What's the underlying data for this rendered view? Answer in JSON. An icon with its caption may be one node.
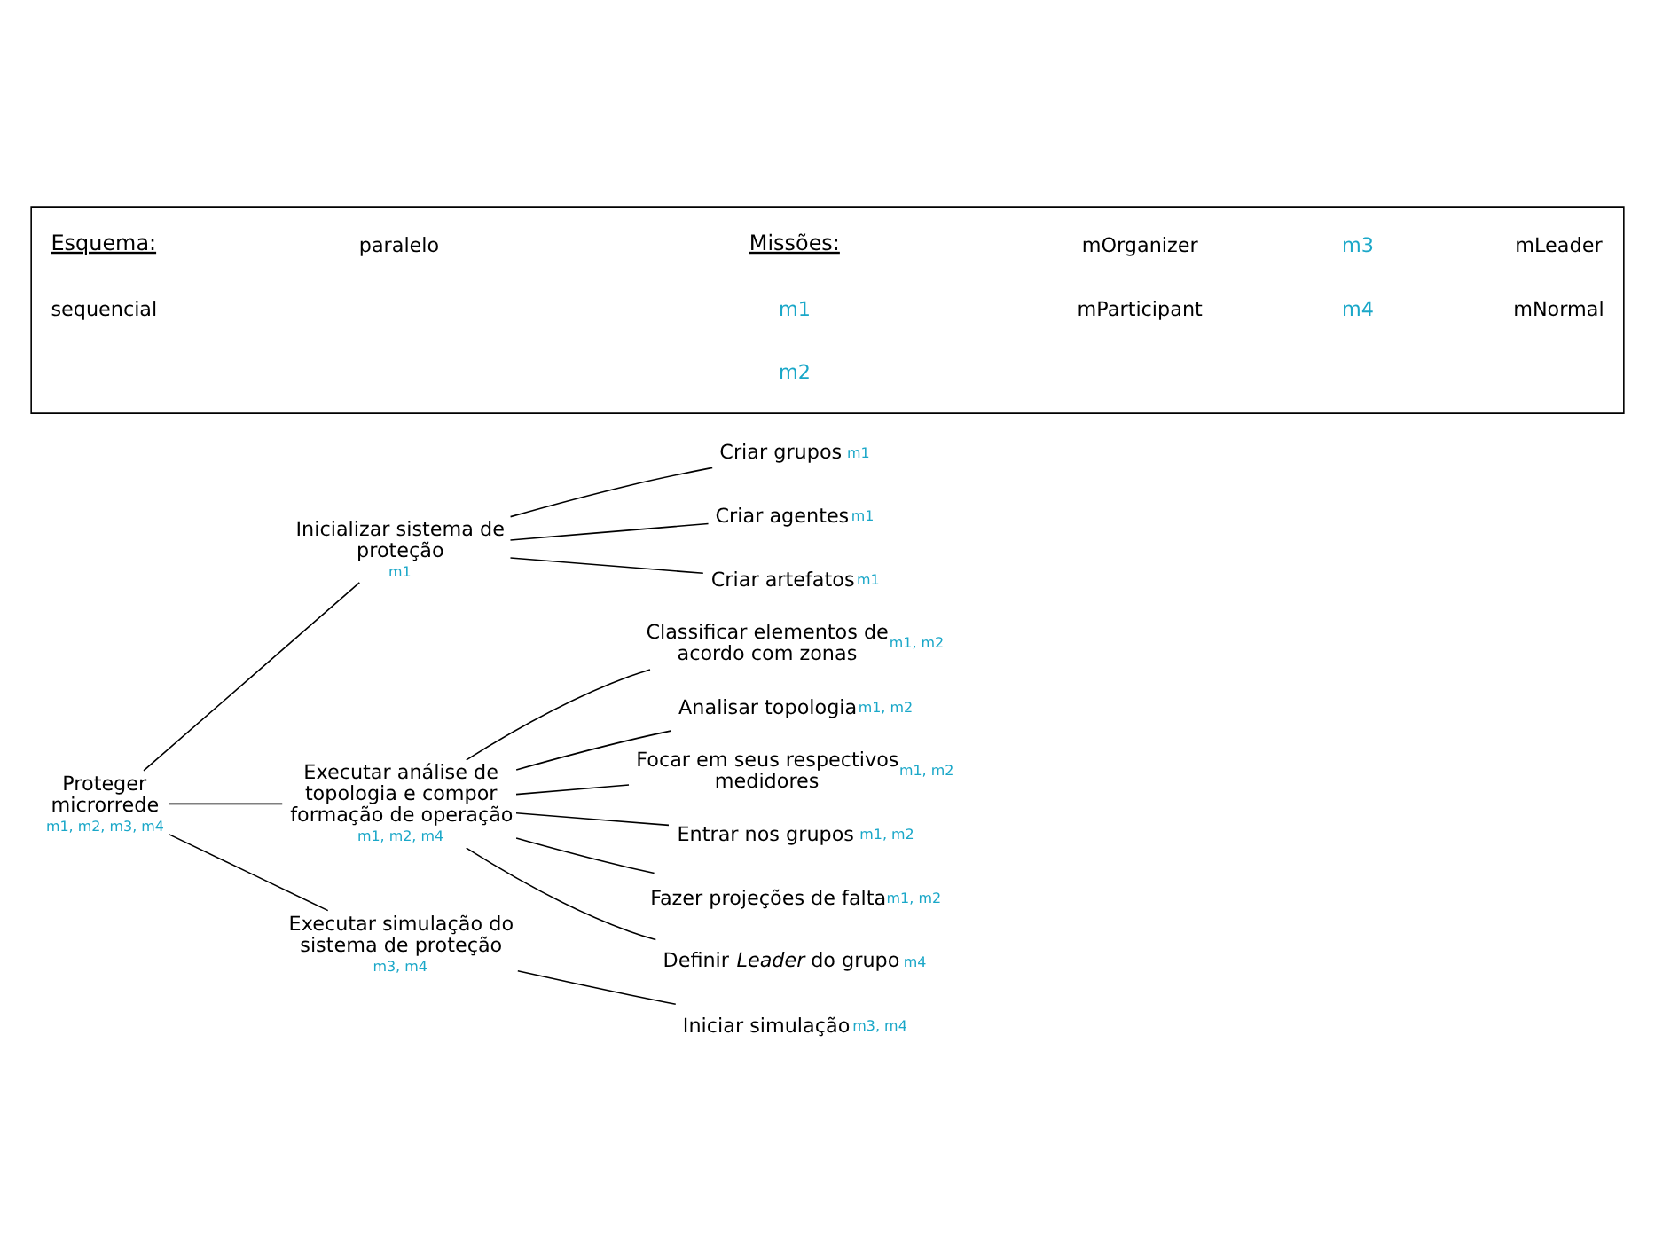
{
  "diagram": {
    "nodes": [
      {
        "text": [
          "Proteger microrrede"
        ],
        "beside": [
          "m1, m2, m3, m4"
        ]
      },
      {
        "text": [
          "Inicializar sistema de proteção"
        ],
        "beside": [
          "m1"
        ]
      },
      {
        "text": [
          "Criar grupos"
        ],
        "beside": [
          "m1"
        ]
      },
      {
        "text": [
          "Criar agentes"
        ],
        "beside": [
          "m1"
        ]
      },
      {
        "text": [
          "Criar artefatos"
        ],
        "beside": [
          "m1"
        ]
      },
      {
        "text": [
          "Executar análise de topologia e compor formação de operação"
        ],
        "beside": [
          "m1, m2, m4"
        ]
      },
      {
        "text": [
          "Classificar elementos de acordo com zonas"
        ],
        "beside": [
          "m1, m2"
        ]
      },
      {
        "text": [
          "Analisar topologia"
        ],
        "beside": [
          "m1, m2"
        ]
      },
      {
        "text": [
          "Focar em seus respectivos medidores"
        ],
        "beside": [
          "m1, m2"
        ]
      },
      {
        "text": [
          "Entrar nos grupos"
        ],
        "beside": [
          "m1, m2"
        ]
      },
      {
        "text": [
          "Fazer projeções de falta"
        ],
        "beside": [
          "m1, m2"
        ]
      },
      {
        "text": [
          "Definir *Leader* do grupo"
        ],
        "beside": [
          "m4"
        ]
      },
      {
        "text": [
          "Executar simulação do sistema de proteção"
        ],
        "beside": [
          "m3, m4"
        ]
      },
      {
        "text": [
          "Iniciar simulação"
        ],
        "beside": [
          "m3, m4"
        ]
      },
      {
        "text": [],
        "shape": "box"
      }
    ],
    "edges": [
      {
        "from": 0,
        "to": 1,
        "arrow": "none"
      },
      {
        "from": 0,
        "to": 5,
        "arrow": "none"
      },
      {
        "from": 0,
        "to": 12,
        "arrow": "none"
      },
      {
        "from": 1,
        "to": 2,
        "arrow": "none"
      },
      {
        "from": 1,
        "to": 3,
        "arrow": "none"
      },
      {
        "from": 1,
        "to": 4,
        "arrow": "none"
      },
      {
        "from": 5,
        "to": 6,
        "arrow": "none"
      },
      {
        "from": 5,
        "to": 7,
        "arrow": "none"
      },
      {
        "from": 5,
        "to": 8,
        "arrow": "none"
      },
      {
        "from": 5,
        "to": 9,
        "arrow": "none"
      },
      {
        "from": 5,
        "to": 10,
        "arrow": "none"
      },
      {
        "from": 5,
        "to": 11,
        "arrow": "none"
      },
      {
        "from": 12,
        "to": 13,
        "arrow": "none"
      }
    ],
    "labels": [
      "Esquema:",
      "Missões:",
      "m1",
      "mOrganizer",
      "m3",
      "mLeader",
      "m2",
      "mParticipant",
      "m4",
      "mNormal"
    ],
    "legend": [
      {
        "text": "sequencial"
      },
      {
        "text": "paralelo"
      }
    ]
  }
}
